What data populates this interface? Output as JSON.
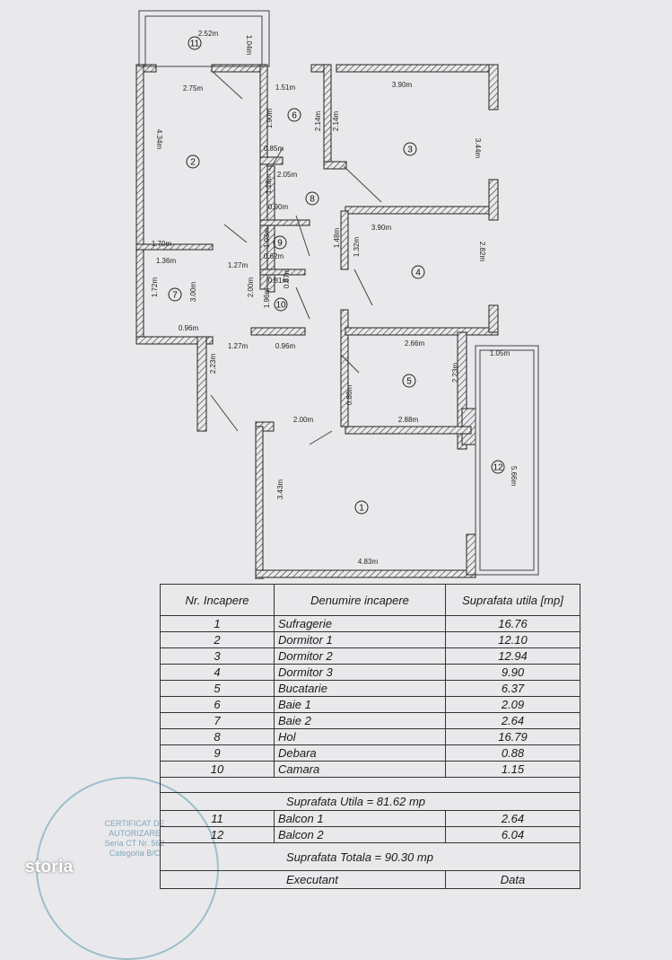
{
  "plan": {
    "rooms": [
      "11",
      "2",
      "6",
      "3",
      "8",
      "9",
      "4",
      "7",
      "10",
      "5",
      "1",
      "12"
    ],
    "dimensions": [
      "2.52m",
      "1.04m",
      "2.75m",
      "4.34m",
      "1.51m",
      "1.90m",
      "2.14m",
      "2.14m",
      "3.90m",
      "3.44m",
      "0.85m",
      "1.18m",
      "2.05m",
      "0.90m",
      "3.90m",
      "1.03m",
      "0.62m",
      "1.32m",
      "1.48m",
      "2.82m",
      "1.70m",
      "1.36m",
      "1.27m",
      "1.72m",
      "3.00m",
      "2.00m",
      "0.81m",
      "0.87m",
      "1.96m",
      "0.96m",
      "0.96m",
      "1.27m",
      "2.23m",
      "2.66m",
      "1.05m",
      "2.23m",
      "0.86m",
      "2.88m",
      "2.00m",
      "3.43m",
      "5.66m",
      "4.83m"
    ]
  },
  "table": {
    "headers": [
      "Nr. Incapere",
      "Denumire incapere",
      "Suprafata utila [mp]"
    ],
    "rows": [
      {
        "nr": "1",
        "name": "Sufragerie",
        "area": "16.76"
      },
      {
        "nr": "2",
        "name": "Dormitor 1",
        "area": "12.10"
      },
      {
        "nr": "3",
        "name": "Dormitor 2",
        "area": "12.94"
      },
      {
        "nr": "4",
        "name": "Dormitor 3",
        "area": "9.90"
      },
      {
        "nr": "5",
        "name": "Bucatarie",
        "area": "6.37"
      },
      {
        "nr": "6",
        "name": "Baie 1",
        "area": "2.09"
      },
      {
        "nr": "7",
        "name": "Baie 2",
        "area": "2.64"
      },
      {
        "nr": "8",
        "name": "Hol",
        "area": "16.79"
      },
      {
        "nr": "9",
        "name": "Debara",
        "area": "0.88"
      },
      {
        "nr": "10",
        "name": "Camara",
        "area": "1.15"
      }
    ],
    "useful_total": "Suprafata Utila = 81.62 mp",
    "balconies": [
      {
        "nr": "11",
        "name": "Balcon 1",
        "area": "2.64"
      },
      {
        "nr": "12",
        "name": "Balcon 2",
        "area": "6.04"
      }
    ],
    "grand_total": "Suprafata Totala = 90.30 mp",
    "footer_left": "Executant",
    "footer_right": "Data"
  },
  "stamp": {
    "text": "CERTIFICAT DE AUTORIZARE Seria CT Nr. 562 Categoria B/C"
  },
  "watermark": {
    "logo": "storia"
  }
}
